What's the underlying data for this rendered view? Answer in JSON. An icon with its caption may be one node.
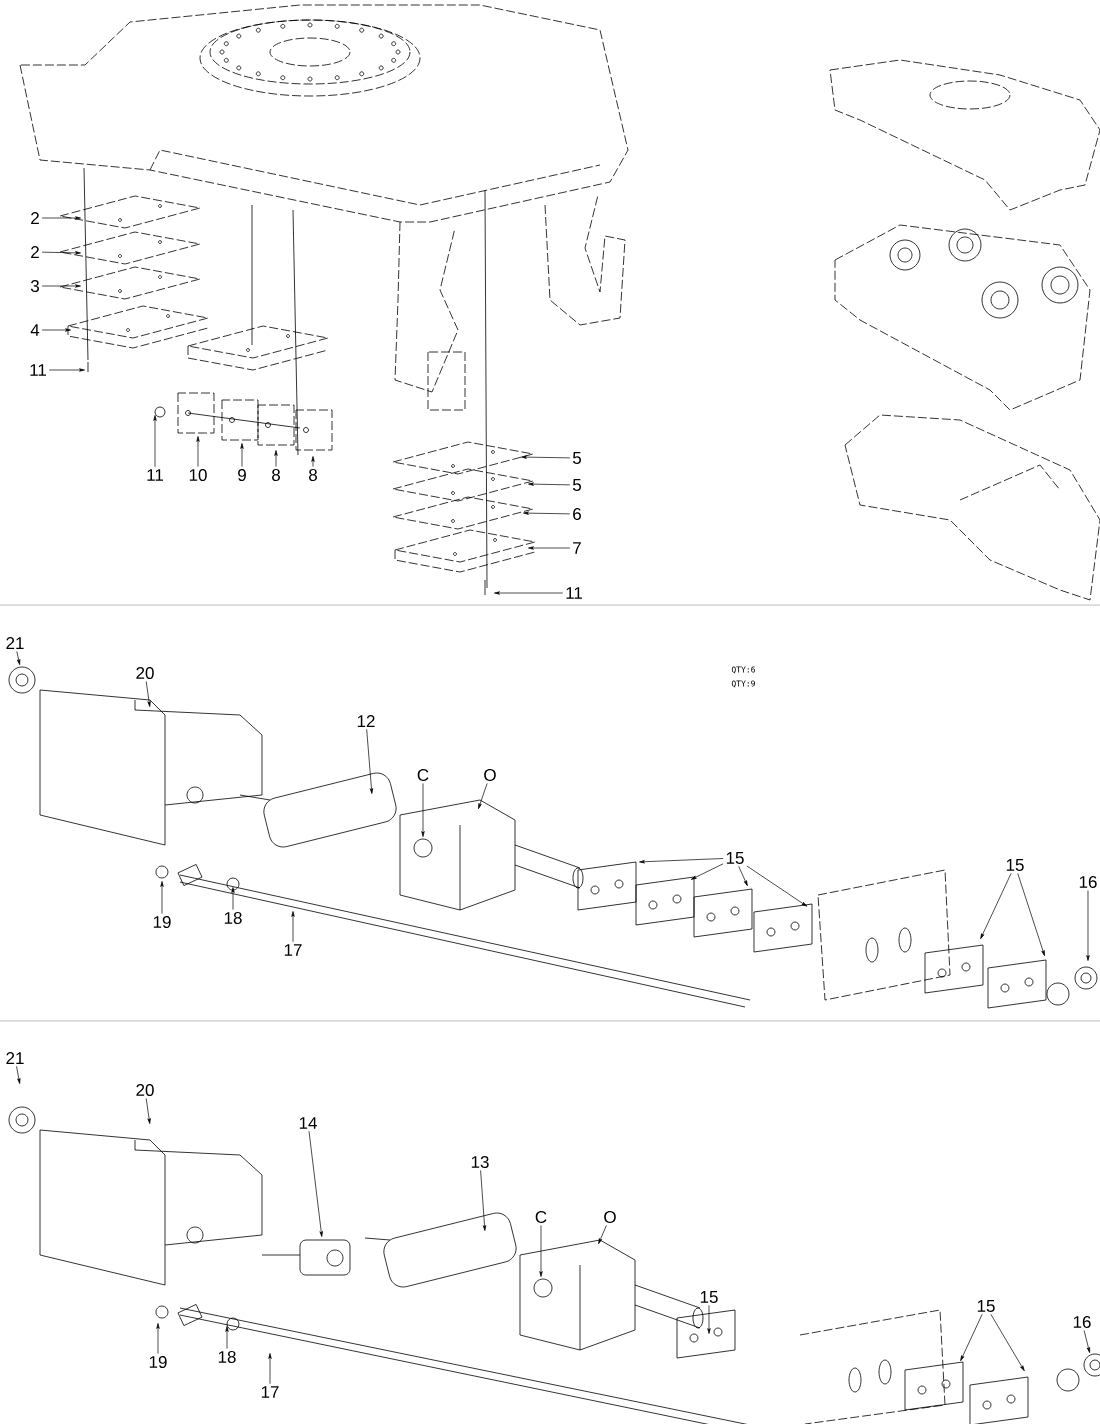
{
  "diagram": {
    "nodes": [
      {
        "text": [
          "2"
        ]
      },
      {
        "text": [
          "2"
        ]
      },
      {
        "text": [
          "3"
        ]
      },
      {
        "text": [
          "4"
        ]
      },
      {
        "text": [
          "11"
        ]
      },
      {
        "text": [
          "11"
        ]
      },
      {
        "text": [
          "10"
        ]
      },
      {
        "text": [
          "9"
        ]
      },
      {
        "text": [
          "8"
        ]
      },
      {
        "text": [
          "8"
        ]
      },
      {
        "text": [
          "5"
        ]
      },
      {
        "text": [
          "5"
        ]
      },
      {
        "text": [
          "6"
        ]
      },
      {
        "text": [
          "7"
        ]
      },
      {
        "text": [
          "11"
        ]
      },
      {
        "text": [
          "21"
        ]
      },
      {
        "text": [
          "20"
        ]
      },
      {
        "text": [
          "12"
        ]
      },
      {
        "text": [
          "C"
        ]
      },
      {
        "text": [
          "O"
        ]
      },
      {
        "text": [
          "15"
        ]
      },
      {
        "text": [
          "16"
        ]
      },
      {
        "text": [
          "15"
        ]
      },
      {
        "text": [
          "19"
        ]
      },
      {
        "text": [
          "18"
        ]
      },
      {
        "text": [
          "17"
        ]
      },
      {
        "text": [
          "21"
        ]
      },
      {
        "text": [
          "20"
        ]
      },
      {
        "text": [
          "14"
        ]
      },
      {
        "text": [
          "13"
        ]
      },
      {
        "text": [
          "C"
        ]
      },
      {
        "text": [
          "O"
        ]
      },
      {
        "text": [
          "15"
        ]
      },
      {
        "text": [
          "15"
        ]
      },
      {
        "text": [
          "16"
        ]
      },
      {
        "text": [
          "19"
        ]
      },
      {
        "text": [
          "18"
        ]
      },
      {
        "text": [
          "17"
        ]
      }
    ],
    "edges": [
      {
        "from": 0,
        "to": null,
        "arrow": "to"
      },
      {
        "from": 1,
        "to": null,
        "arrow": "to"
      },
      {
        "from": 2,
        "to": null,
        "arrow": "to"
      },
      {
        "from": 3,
        "to": null,
        "arrow": "to"
      },
      {
        "from": 4,
        "to": null,
        "arrow": "to"
      },
      {
        "from": 5,
        "to": null,
        "arrow": "to"
      },
      {
        "from": 6,
        "to": null,
        "arrow": "to"
      },
      {
        "from": 7,
        "to": null,
        "arrow": "to"
      },
      {
        "from": 8,
        "to": null,
        "arrow": "to"
      },
      {
        "from": 9,
        "to": null,
        "arrow": "to"
      },
      {
        "from": 10,
        "to": null,
        "arrow": "to"
      },
      {
        "from": 11,
        "to": null,
        "arrow": "to"
      },
      {
        "from": 12,
        "to": null,
        "arrow": "to"
      },
      {
        "from": 13,
        "to": null,
        "arrow": "to"
      },
      {
        "from": 14,
        "to": null,
        "arrow": "to"
      },
      {
        "from": 15,
        "to": null,
        "arrow": "to"
      },
      {
        "from": 16,
        "to": null,
        "arrow": "to"
      },
      {
        "from": 17,
        "to": null,
        "arrow": "to"
      },
      {
        "from": 18,
        "to": null,
        "arrow": "to"
      },
      {
        "from": 19,
        "to": null,
        "arrow": "to"
      },
      {
        "from": 20,
        "to": null,
        "arrow": "to"
      },
      {
        "from": 20,
        "to": null,
        "arrow": "to"
      },
      {
        "from": 20,
        "to": null,
        "arrow": "to"
      },
      {
        "from": 20,
        "to": null,
        "arrow": "to"
      },
      {
        "from": 21,
        "to": null,
        "arrow": "to"
      },
      {
        "from": 22,
        "to": null,
        "arrow": "to"
      },
      {
        "from": 22,
        "to": null,
        "arrow": "to"
      },
      {
        "from": 23,
        "to": null,
        "arrow": "to"
      },
      {
        "from": 24,
        "to": null,
        "arrow": "to"
      },
      {
        "from": 25,
        "to": null,
        "arrow": "to"
      },
      {
        "from": 26,
        "to": null,
        "arrow": "to"
      },
      {
        "from": 27,
        "to": null,
        "arrow": "to"
      },
      {
        "from": 28,
        "to": null,
        "arrow": "to"
      },
      {
        "from": 29,
        "to": null,
        "arrow": "to"
      },
      {
        "from": 30,
        "to": null,
        "arrow": "to"
      },
      {
        "from": 31,
        "to": null,
        "arrow": "to"
      },
      {
        "from": 32,
        "to": null,
        "arrow": "to"
      },
      {
        "from": 33,
        "to": null,
        "arrow": "to"
      },
      {
        "from": 33,
        "to": null,
        "arrow": "to"
      },
      {
        "from": 34,
        "to": null,
        "arrow": "to"
      },
      {
        "from": 35,
        "to": null,
        "arrow": "to"
      },
      {
        "from": 36,
        "to": null,
        "arrow": "to"
      },
      {
        "from": 37,
        "to": null,
        "arrow": "to"
      }
    ],
    "labels": [
      "QTY:6",
      "QTY:9"
    ]
  }
}
